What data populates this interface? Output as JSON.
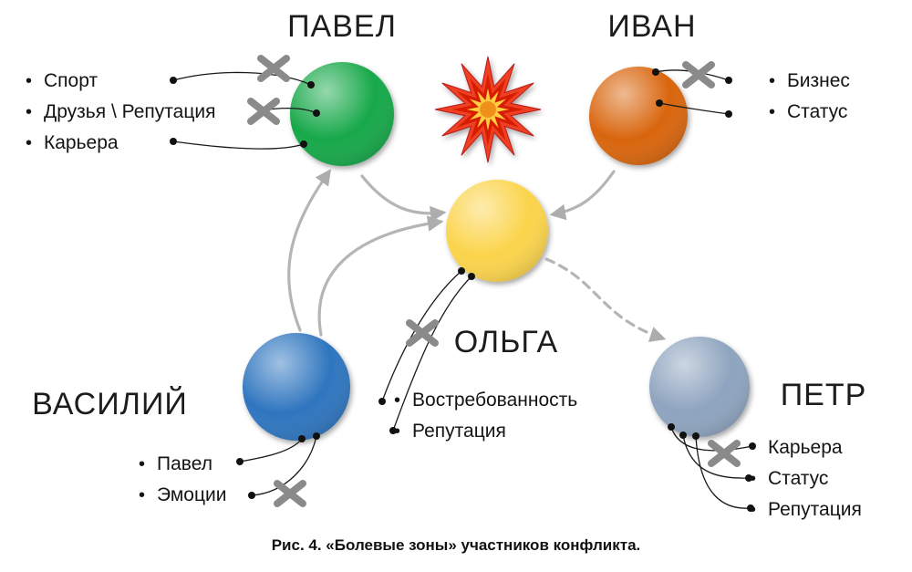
{
  "figure": {
    "caption": "Рис. 4. «Болевые зоны» участников конфликта."
  },
  "colors": {
    "pavel": "#17a84a",
    "ivan": "#d9650f",
    "olga": "#fbd44c",
    "vasiliy": "#2e75bf",
    "petr": "#8ea4bf",
    "arrow": "#b5b5b5",
    "cross": "#8a8a8a",
    "explosion_outer": "#ef4123",
    "explosion_mid": "#d81e05",
    "explosion_core": "#ffcf3f",
    "explosion_center": "#ef8f1b"
  },
  "people": {
    "pavel": {
      "name": "ПАВЕЛ",
      "pains": [
        "Спорт",
        "Друзья \\ Репутация",
        "Карьера"
      ]
    },
    "ivan": {
      "name": "ИВАН",
      "pains": [
        "Бизнес",
        "Статус"
      ]
    },
    "olga": {
      "name": "ОЛЬГА",
      "pains": [
        "Востребованность",
        "Репутация"
      ]
    },
    "vasiliy": {
      "name": "ВАСИЛИЙ",
      "pains": [
        "Павел",
        "Эмоции"
      ]
    },
    "petr": {
      "name": "ПЕТР",
      "pains": [
        "Карьера",
        "Статус",
        "Репутация"
      ]
    }
  }
}
